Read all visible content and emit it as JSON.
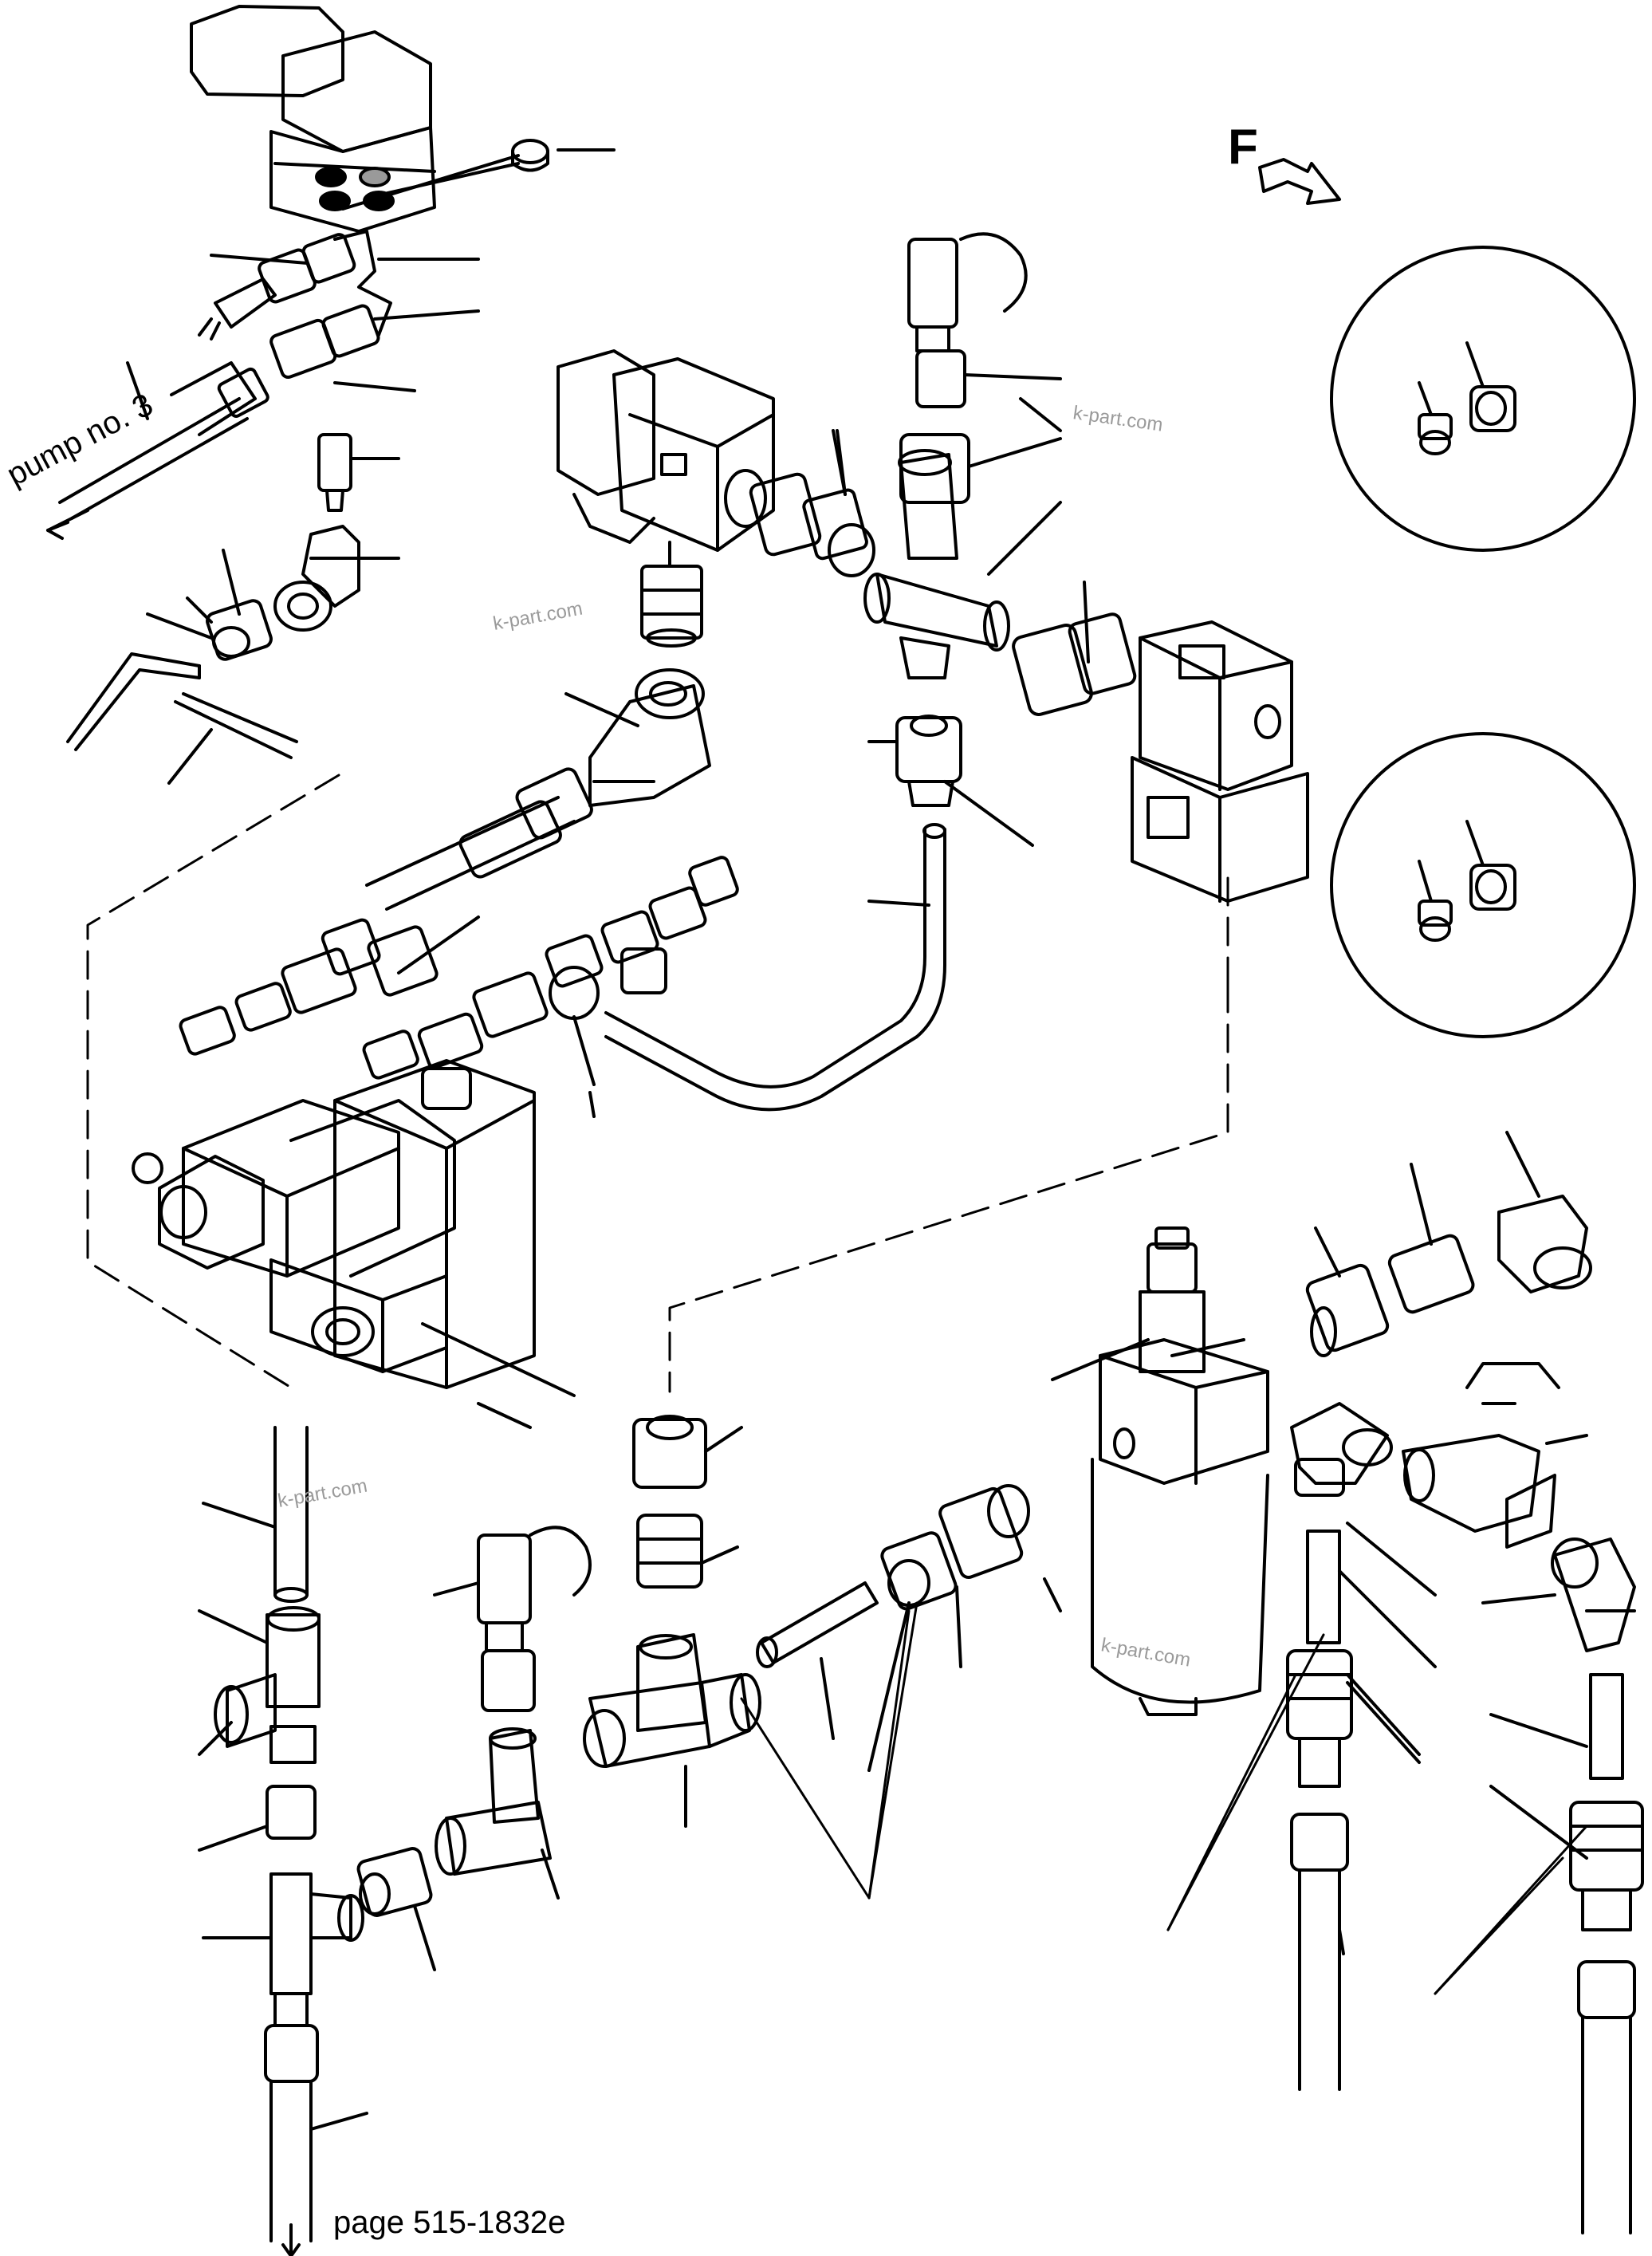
{
  "labels": {
    "pump_ref": "pump no. 3",
    "page_ref": "page 515-1832e",
    "view_arrow": "F"
  },
  "watermarks": [
    "k-part.com",
    "k-part.com",
    "k-part.com",
    "k-part.com"
  ],
  "colors": {
    "line": "#000000",
    "watermark": "#9a9a9a",
    "fill_dark": "#000000",
    "fill_grey": "#9a9a9a"
  }
}
